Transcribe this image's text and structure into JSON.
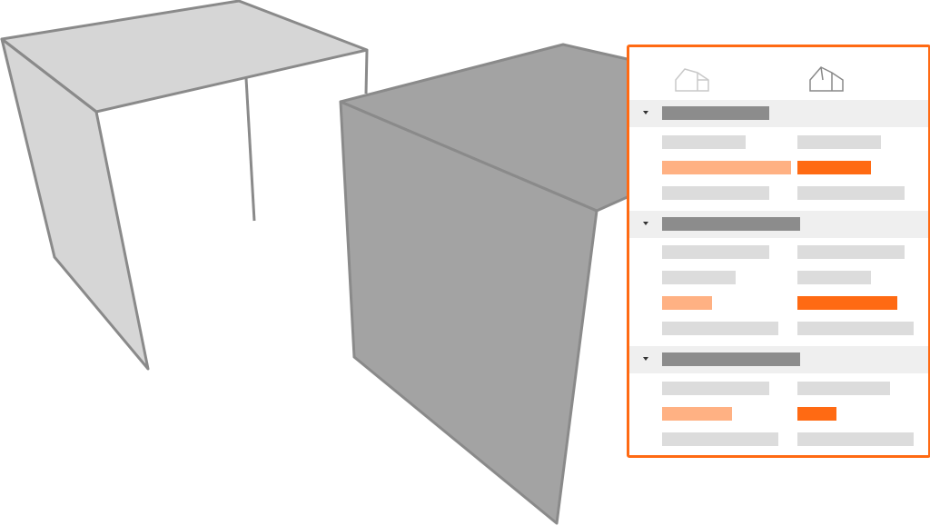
{
  "colors": {
    "panel_border": "#ff6a13",
    "strong_accent": "#ff6a13",
    "light_accent": "#ffb183",
    "neutral_bar": "#dcdcdc",
    "header_bar": "#8c8c8c",
    "header_background": "#efefef",
    "light_wall": "#d6d6d6",
    "dark_wall": "#a3a3a3",
    "edge": "#8a8a8a"
  },
  "scene": {
    "objects": [
      {
        "name": "light-wall-structure",
        "fill": "#d6d6d6"
      },
      {
        "name": "dark-wall-structure",
        "fill": "#a3a3a3"
      }
    ]
  },
  "panel": {
    "icons": [
      "house-outline-icon",
      "house-outline-icon-selected"
    ],
    "sections": [
      {
        "collapsed": false,
        "rows": [
          [
            "neutral",
            "neutral"
          ],
          [
            "light-accent",
            "strong-accent"
          ],
          [
            "neutral",
            "neutral"
          ]
        ]
      },
      {
        "collapsed": false,
        "rows": [
          [
            "neutral",
            "neutral"
          ],
          [
            "neutral",
            "neutral"
          ],
          [
            "light-accent",
            "strong-accent"
          ],
          [
            "neutral",
            "neutral"
          ]
        ]
      },
      {
        "collapsed": false,
        "rows": [
          [
            "neutral",
            "neutral"
          ],
          [
            "light-accent",
            "strong-accent"
          ],
          [
            "neutral",
            "neutral"
          ]
        ]
      }
    ]
  }
}
